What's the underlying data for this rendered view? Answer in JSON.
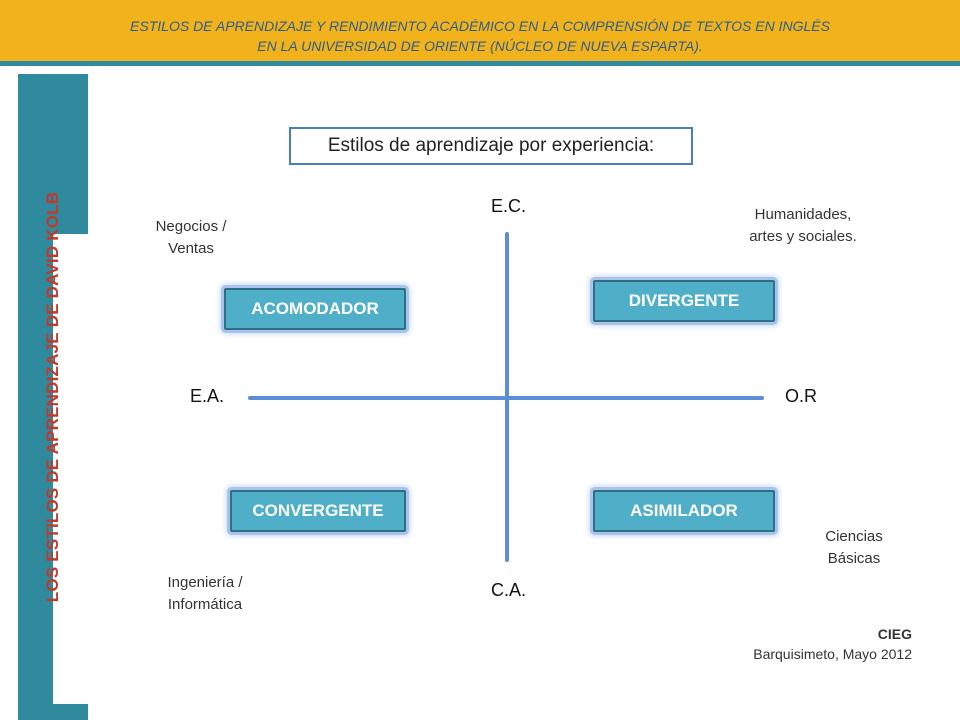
{
  "header": {
    "line1": "ESTILOS DE APRENDIZAJE Y RENDIMIENTO ACADÉMICO EN LA COMPRENSIÓN DE TEXTOS EN INGLÉS",
    "line2": "EN LA UNIVERSIDAD DE ORIENTE (NÚCLEO DE NUEVA ESPARTA)."
  },
  "sidebar": {
    "title": "LOS ESTILOS DE APRENDIZAJE DE DAVID KOLB"
  },
  "diagram": {
    "title": "Estilos de aprendizaje por experiencia:",
    "axes": {
      "top": "E.C.",
      "bottom": "C.A.",
      "left": "E.A.",
      "right": "O.R"
    },
    "quadrants": {
      "top_left": {
        "style": "ACOMODADOR",
        "field_line1": "Negocios /",
        "field_line2": "Ventas"
      },
      "top_right": {
        "style": "DIVERGENTE",
        "field_line1": "Humanidades,",
        "field_line2": "artes y sociales."
      },
      "bottom_left": {
        "style": "CONVERGENTE",
        "field_line1": "Ingeniería /",
        "field_line2": "Informática"
      },
      "bottom_right": {
        "style": "ASIMILADOR",
        "field_line1": "Ciencias",
        "field_line2": "Básicas"
      }
    }
  },
  "footer": {
    "org": "CIEG",
    "place_date": "Barquisimeto, Mayo 2012"
  },
  "colors": {
    "header_bg": "#F2B21C",
    "sidebar_bg": "#2E8A9C",
    "sidebar_text": "#C0392B",
    "axis": "#5B8ED6",
    "style_box": "#4FAFC8"
  }
}
